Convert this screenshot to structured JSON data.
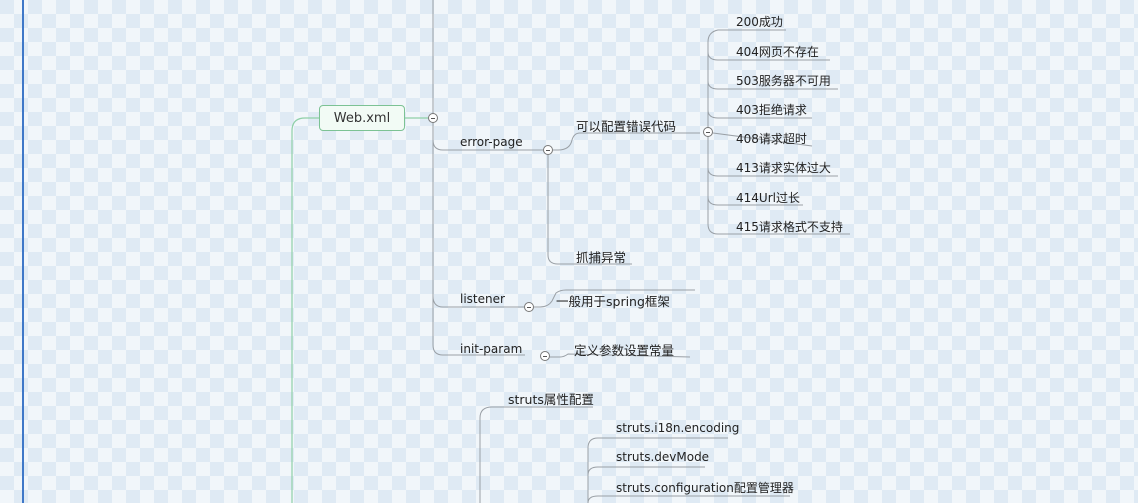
{
  "root": {
    "label": "Web.xml"
  },
  "branches": {
    "error_page": {
      "label": "error-page",
      "configurable": {
        "label": "可以配置错误代码",
        "codes": [
          "200成功",
          "404网页不存在",
          "503服务器不可用",
          "403拒绝请求",
          "408请求超时",
          "413请求实体过大",
          "414Url过长",
          "415请求格式不支持"
        ]
      },
      "catch_label": "抓捕异常"
    },
    "listener": {
      "label": "listener",
      "child": "一般用于spring框架"
    },
    "init_param": {
      "label": "init-param",
      "child": "定义参数设置常量"
    }
  },
  "struts": {
    "label": "struts属性配置",
    "children": [
      "struts.i18n.encoding",
      "struts.devMode",
      "struts.configuration配置管理器"
    ]
  },
  "colors": {
    "root_border": "#7cc294",
    "root_line": "#8fd0a8",
    "branch_line": "#9aa0a6",
    "left_bar": "#3f78c8"
  }
}
